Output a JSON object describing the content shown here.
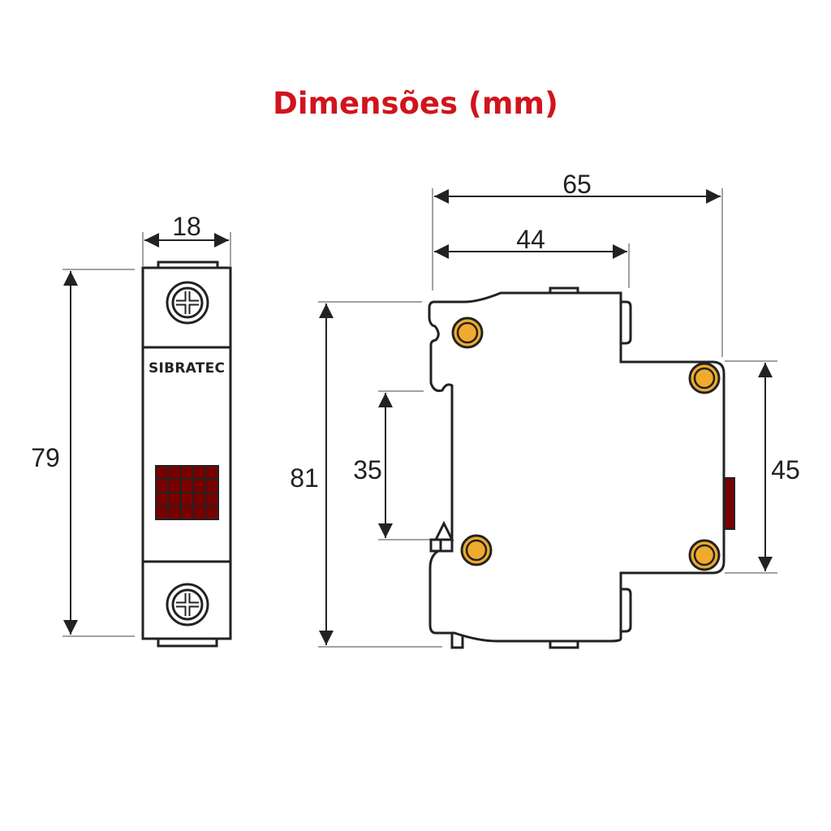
{
  "title": "Dimensões (mm)",
  "colors": {
    "title": "#d0141c",
    "screw": "#f0ab2e",
    "led": "#7a0000",
    "line": "#222222"
  },
  "front_view": {
    "brand": "SIBRATEC",
    "width_label": "18",
    "height_label": "79",
    "led_grid": {
      "columns": 5,
      "rows": 4
    }
  },
  "side_view": {
    "total_depth_label": "65",
    "front_depth_label": "44",
    "height_label": "81",
    "rail_label": "35",
    "front_height_label": "45"
  }
}
